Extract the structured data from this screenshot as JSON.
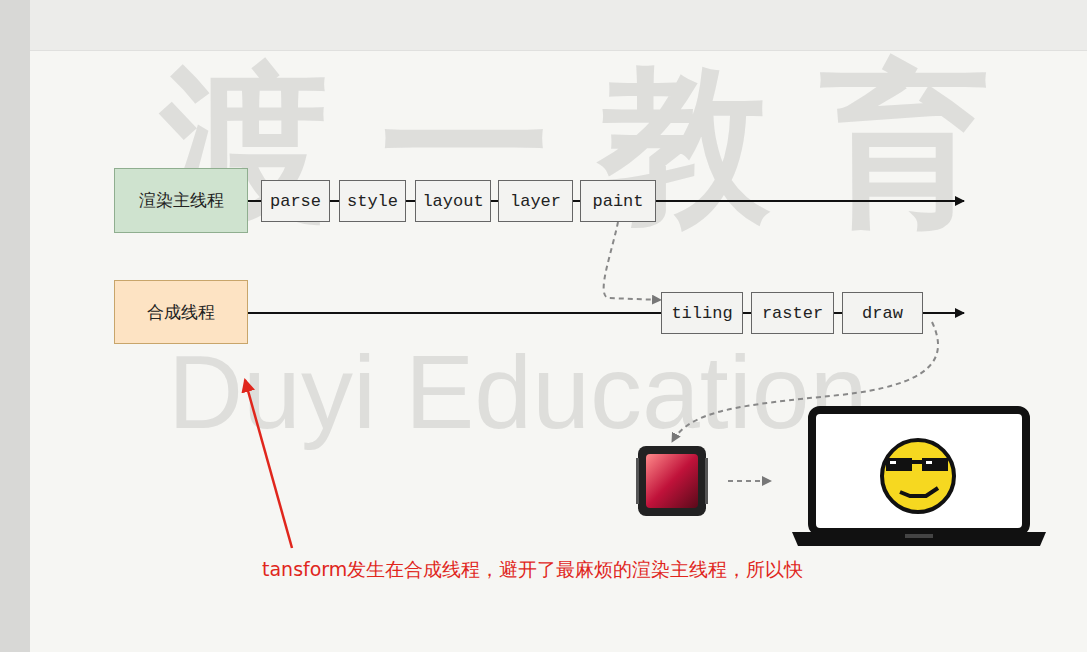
{
  "diagram": {
    "nodes": [
      {
        "text": [
          "渲染主线程"
        ]
      },
      {
        "text": [
          "parse"
        ]
      },
      {
        "text": [
          "style"
        ]
      },
      {
        "text": [
          "layout"
        ]
      },
      {
        "text": [
          "layer"
        ]
      },
      {
        "text": [
          "paint"
        ]
      },
      {
        "text": [
          "合成线程"
        ]
      },
      {
        "text": [
          "tiling"
        ]
      },
      {
        "text": [
          "raster"
        ]
      },
      {
        "text": [
          "draw"
        ]
      }
    ],
    "edges": [
      {
        "from": 0,
        "to": 1,
        "arrow": "none"
      },
      {
        "from": 1,
        "to": 2,
        "arrow": "none"
      },
      {
        "from": 2,
        "to": 3,
        "arrow": "none"
      },
      {
        "from": 3,
        "to": 4,
        "arrow": "none"
      },
      {
        "from": 4,
        "to": 5,
        "arrow": "none"
      },
      {
        "from": 5,
        "to": 7,
        "arrow": "to"
      },
      {
        "from": 6,
        "to": 7,
        "arrow": "none"
      },
      {
        "from": 7,
        "to": 8,
        "arrow": "none"
      },
      {
        "from": 8,
        "to": 9,
        "arrow": "none"
      }
    ],
    "labels": [
      "渡一教育",
      "Duyi Education",
      "tansform发生在合成线程，避开了最麻烦的渲染主线程，所以快"
    ]
  }
}
